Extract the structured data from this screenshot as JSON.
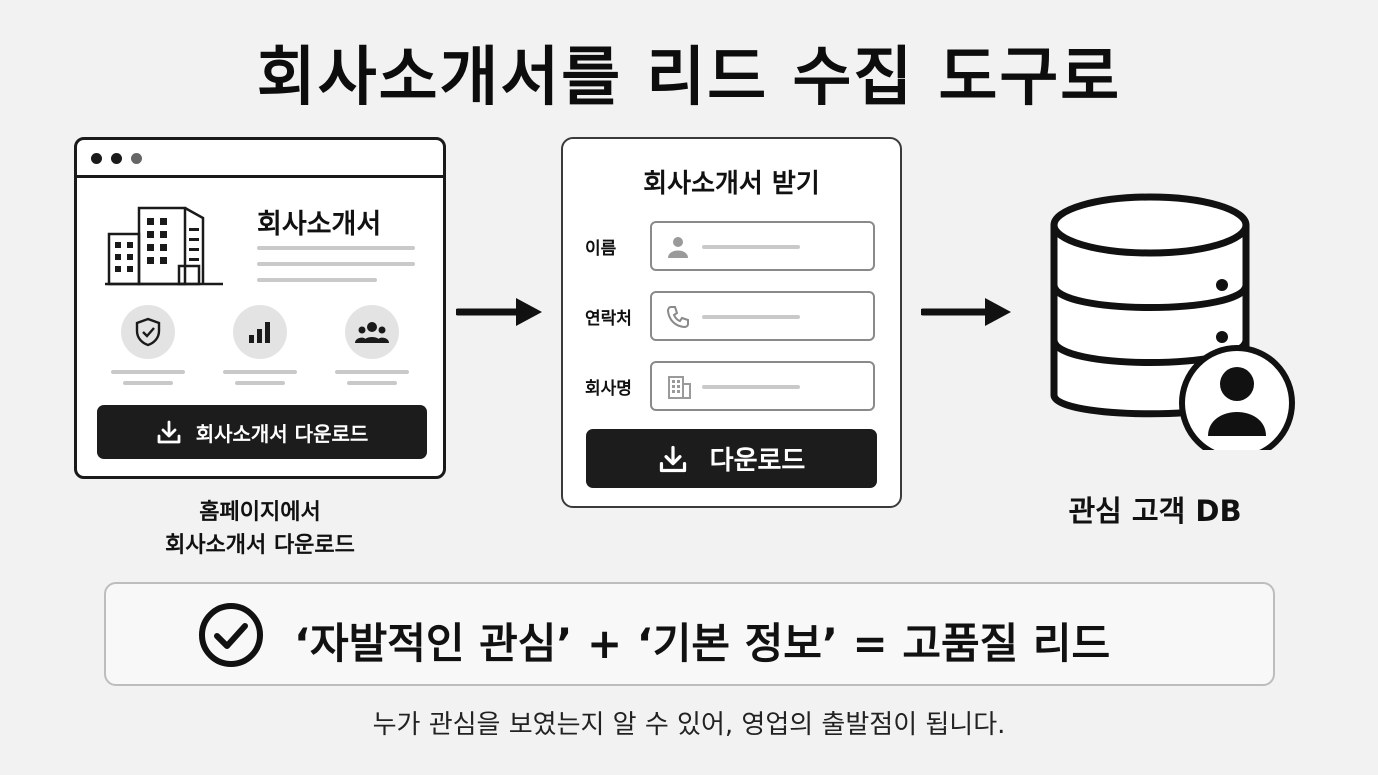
{
  "title": "회사소개서를 리드 수집 도구로",
  "homepage": {
    "heading": "회사소개서",
    "features": [
      "shield-check-icon",
      "bar-chart-icon",
      "users-icon"
    ],
    "download_label": "회사소개서 다운로드",
    "caption_line1": "홈페이지에서",
    "caption_line2": "회사소개서 다운로드"
  },
  "form": {
    "title": "회사소개서 받기",
    "fields": [
      {
        "label": "이름",
        "icon": "person-icon"
      },
      {
        "label": "연락처",
        "icon": "phone-icon"
      },
      {
        "label": "회사명",
        "icon": "building-icon"
      }
    ],
    "submit_label": "다운로드"
  },
  "database": {
    "caption": "관심 고객 DB"
  },
  "formula": "‘자발적인 관심’ + ‘기본 정보’ = 고품질 리드",
  "footer": "누가 관심을 보였는지 알 수 있어, 영업의 출발점이 됩니다.",
  "colors": {
    "background": "#f2f2f2",
    "ink": "#1c1c1c",
    "muted": "#c9c9c9"
  }
}
